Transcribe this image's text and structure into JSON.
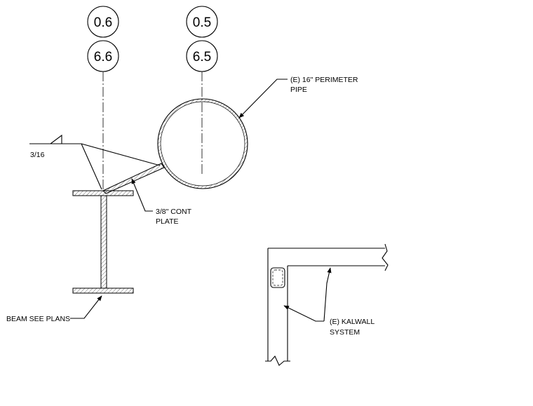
{
  "grid_bubbles": {
    "left": {
      "top": "0.6",
      "bottom": "6.6"
    },
    "right": {
      "top": "0.5",
      "bottom": "6.5"
    }
  },
  "notes": {
    "perimeter_pipe": [
      "(E) 16\" PERIMETER",
      "PIPE"
    ],
    "weld_size": "3/16",
    "cont_plate": [
      "3/8\" CONT",
      "PLATE"
    ],
    "beam": "BEAM SEE PLANS",
    "kalwall": [
      "(E) KALWALL",
      "SYSTEM"
    ]
  }
}
